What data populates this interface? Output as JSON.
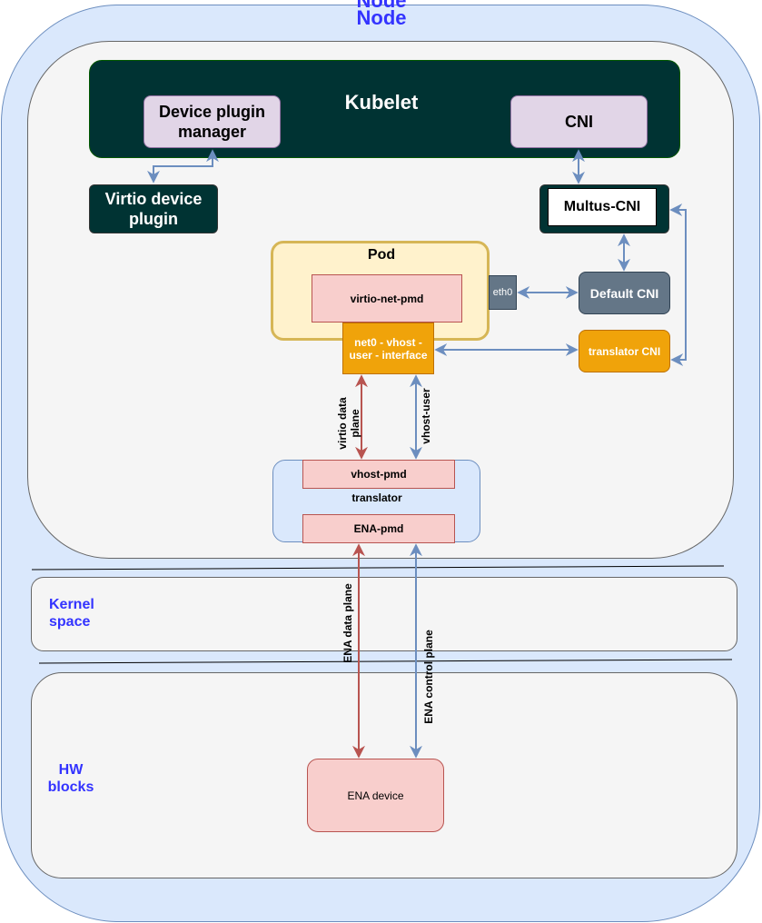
{
  "diagram": {
    "title": "Node",
    "title_ghost": "Node",
    "zones": {
      "kernel_space": "Kernel space",
      "hw_blocks": "HW blocks"
    },
    "kubelet": {
      "title": "Kubelet",
      "device_plugin_manager": "Device plugin manager",
      "cni": "CNI"
    },
    "virtio_device_plugin": "Virtio device plugin",
    "multus_cni": "Multus-CNI",
    "pod": {
      "title": "Pod",
      "virtio_net_pmd": "virtio-net-pmd",
      "eth0": "eth0",
      "net0": "net0 - vhost - user - interface"
    },
    "default_cni": "Default CNI",
    "translator_cni": "translator CNI",
    "translator": {
      "label": "translator",
      "vhost_pmd": "vhost-pmd",
      "ena_pmd": "ENA-pmd"
    },
    "ena_device": "ENA device",
    "edge_labels": {
      "virtio_data_plane": "virtio data plane",
      "vhost_user": "vhost-user",
      "ena_data_plane": "ENA data plane",
      "ena_control_plane": "ENA control plane"
    },
    "colors": {
      "node_fill": "#dae8fc",
      "node_label": "#3333ff",
      "kubelet_fill": "#003333",
      "data_plane_arrow": "#b85450",
      "control_arrow": "#6c8ebf",
      "pod_fill": "#fff2cc",
      "accent_orange": "#f0a30a",
      "slate": "#647687"
    }
  }
}
